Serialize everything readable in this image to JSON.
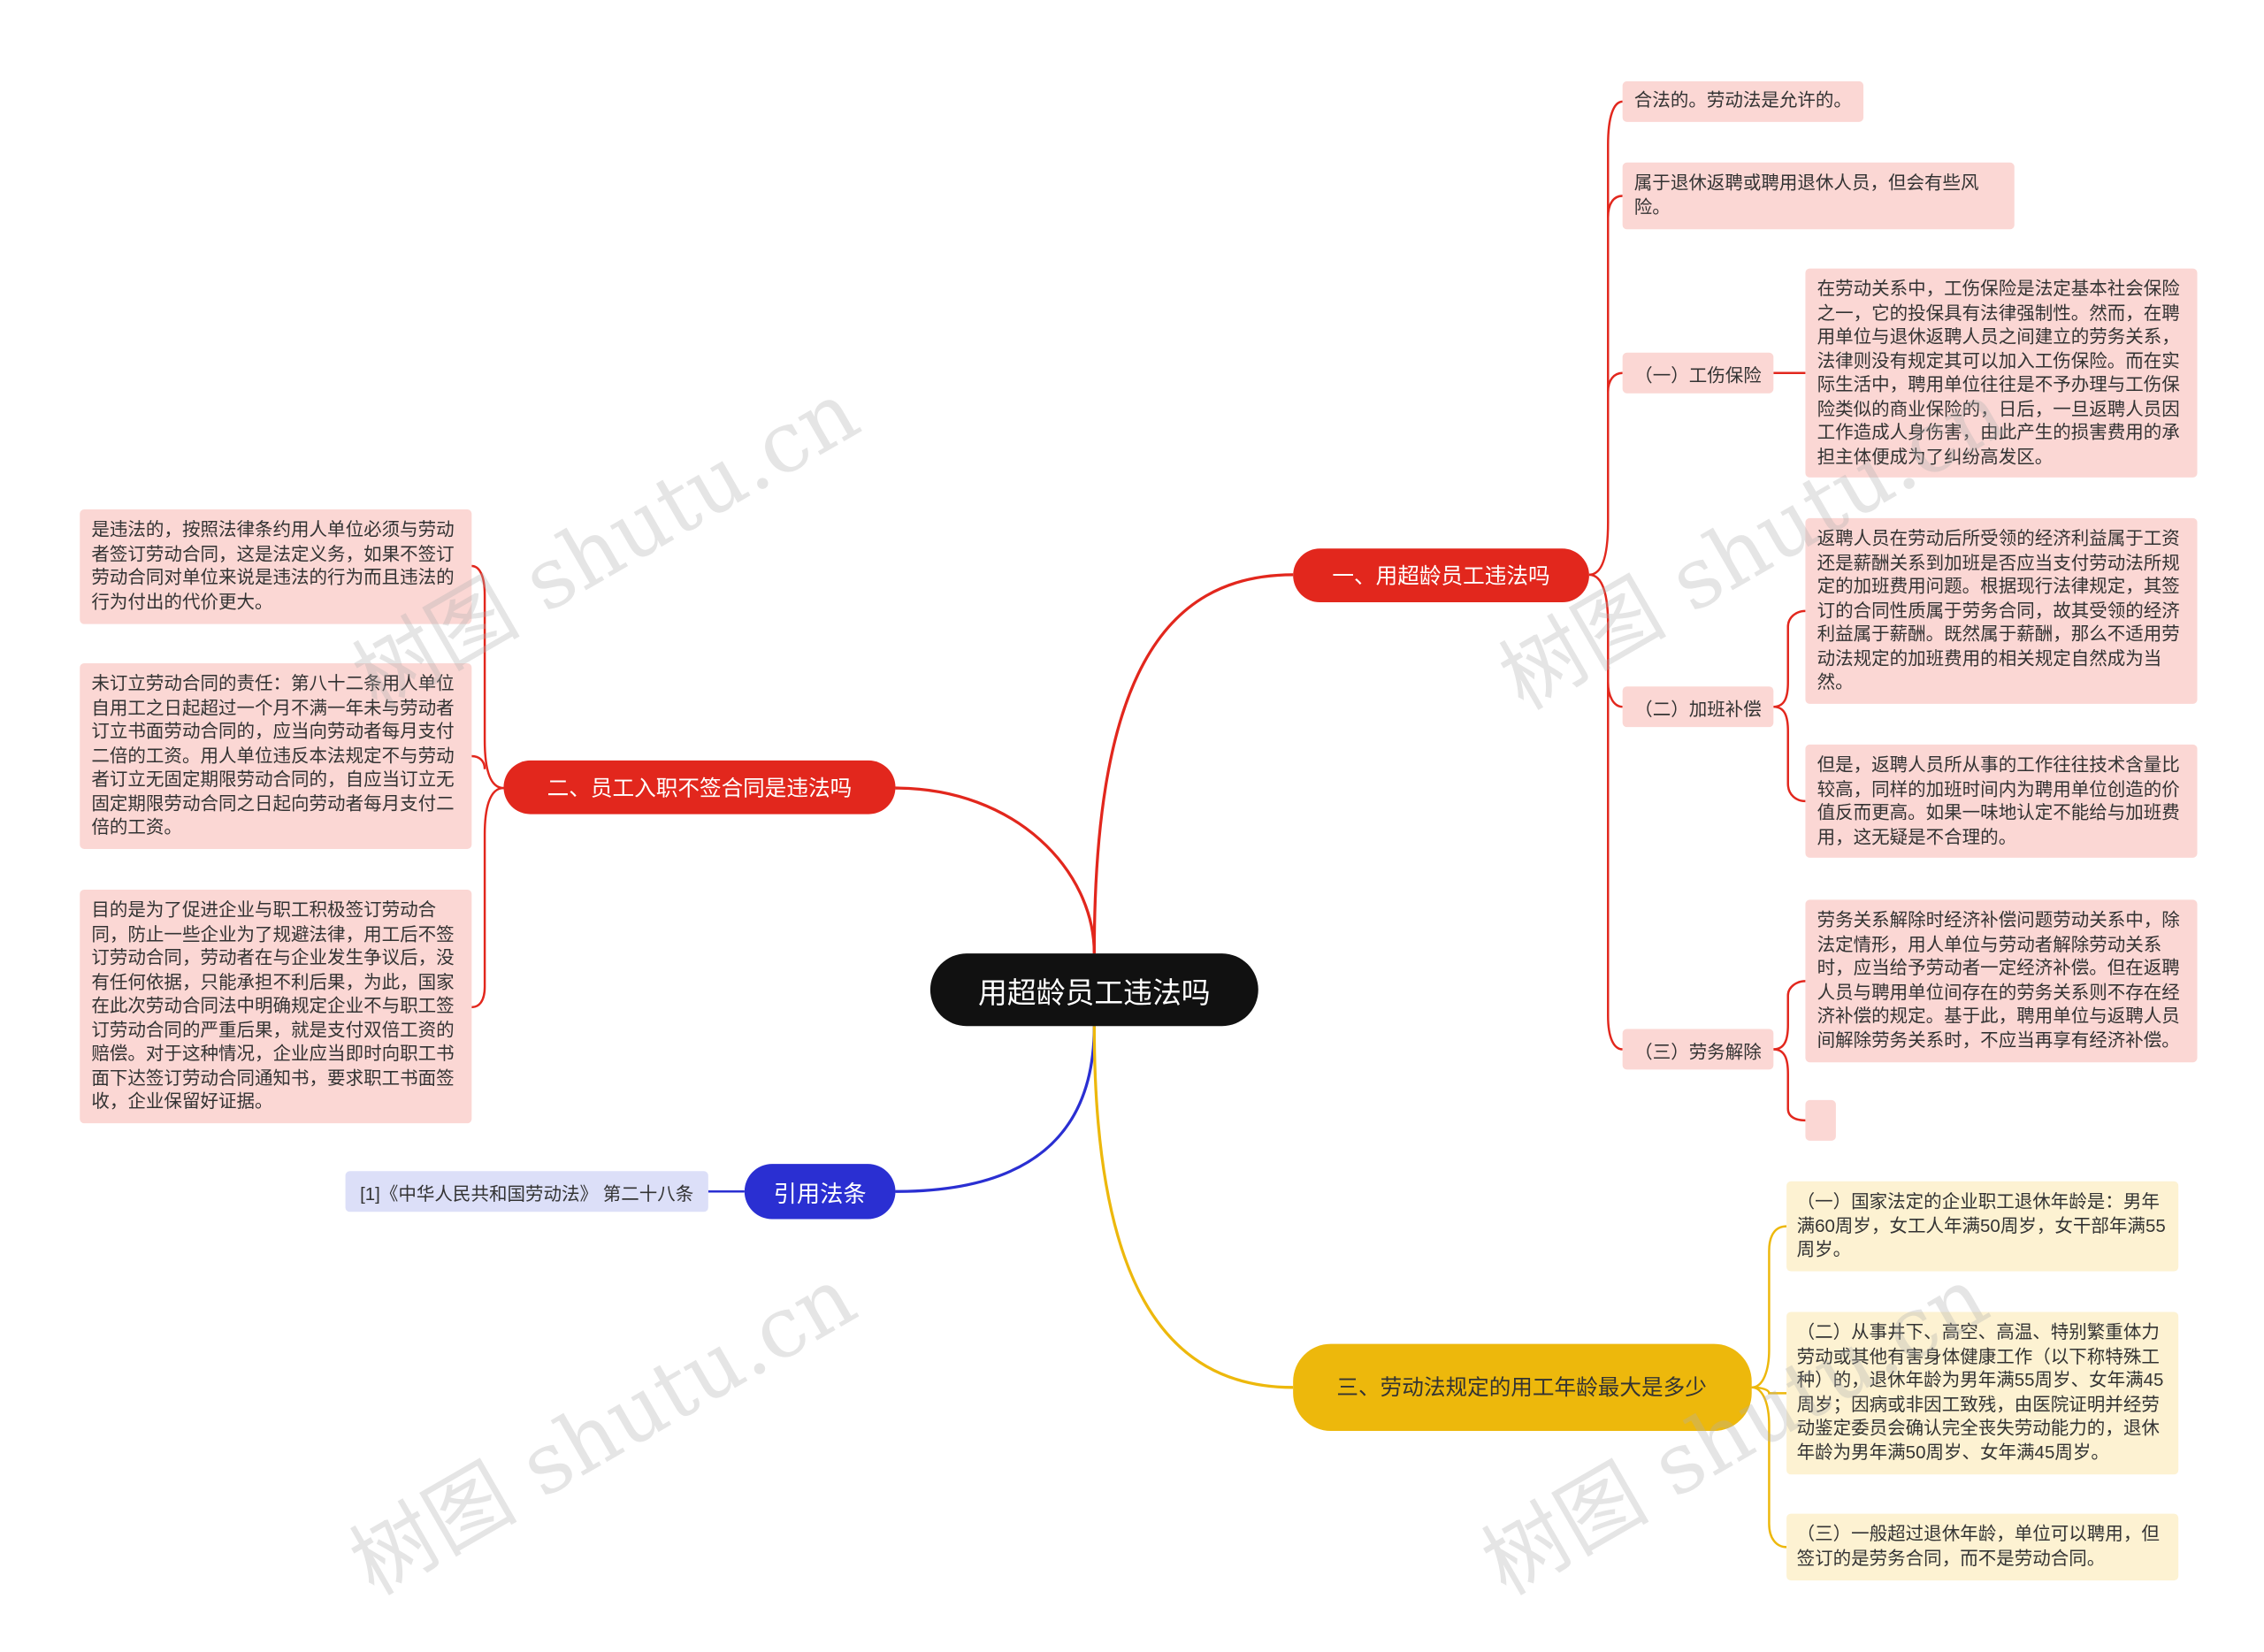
{
  "root": {
    "label": "用超龄员工违法吗"
  },
  "colors": {
    "red": "#e2271d",
    "blue": "#2a2fd2",
    "yellow": "#edb80c",
    "pink_leaf": "#fbd7d4",
    "yellow_leaf": "#fdf2d2",
    "blue_leaf": "#dcdff8"
  },
  "branch1": {
    "label": "一、用超龄员工违法吗",
    "leaf_legal": "合法的。劳动法是允许的。",
    "leaf_retiree": "属于退休返聘或聘用退休人员，但会有些风险。",
    "sub1": {
      "label": "（一）工伤保险",
      "text": "在劳动关系中，工伤保险是法定基本社会保险之一，它的投保具有法律强制性。然而，在聘用单位与退休返聘人员之间建立的劳务关系，法律则没有规定其可以加入工伤保险。而在实际生活中，聘用单位往往是不予办理与工伤保险类似的商业保险的，日后，一旦返聘人员因工作造成人身伤害，由此产生的损害费用的承担主体便成为了纠纷高发区。"
    },
    "sub2": {
      "label": "（二）加班补偿",
      "text1": "返聘人员在劳动后所受领的经济利益属于工资还是薪酬关系到加班是否应当支付劳动法所规定的加班费用问题。根据现行法律规定，其签订的合同性质属于劳务合同，故其受领的经济利益属于薪酬。既然属于薪酬，那么不适用劳动法规定的加班费用的相关规定自然成为当然。",
      "text2": "但是，返聘人员所从事的工作往往技术含量比较高，同样的加班时间内为聘用单位创造的价值反而更高。如果一味地认定不能给与加班费用，这无疑是不合理的。"
    },
    "sub3": {
      "label": "（三）劳务解除",
      "text1": "劳务关系解除时经济补偿问题劳动关系中，除法定情形，用人单位与劳动者解除劳动关系时，应当给予劳动者一定经济补偿。但在返聘人员与聘用单位间存在的劳务关系则不存在经济补偿的规定。基于此，聘用单位与返聘人员间解除劳务关系时，不应当再享有经济补偿。",
      "text2": ""
    }
  },
  "branch2": {
    "label": "二、员工入职不签合同是违法吗",
    "leaf1": "是违法的，按照法律条约用人单位必须与劳动者签订劳动合同，这是法定义务，如果不签订劳动合同对单位来说是违法的行为而且违法的行为付出的代价更大。",
    "leaf2": "未订立劳动合同的责任：第八十二条用人单位自用工之日起超过一个月不满一年未与劳动者订立书面劳动合同的，应当向劳动者每月支付二倍的工资。用人单位违反本法规定不与劳动者订立无固定期限劳动合同的，自应当订立无固定期限劳动合同之日起向劳动者每月支付二倍的工资。",
    "leaf3": "目的是为了促进企业与职工积极签订劳动合同，防止一些企业为了规避法律，用工后不签订劳动合同，劳动者在与企业发生争议后，没有任何依据，只能承担不利后果，为此，国家在此次劳动合同法中明确规定企业不与职工签订劳动合同的严重后果，就是支付双倍工资的赔偿。对于这种情况，企业应当即时向职工书面下达签订劳动合同通知书，要求职工书面签收，企业保留好证据。"
  },
  "branch_cite": {
    "label": "引用法条",
    "leaf": "[1]《中华人民共和国劳动法》 第二十八条"
  },
  "branch3": {
    "label": "三、劳动法规定的用工年龄最大是多少",
    "leaf1": "（一）国家法定的企业职工退休年龄是：男年满60周岁，女工人年满50周岁，女干部年满55周岁。",
    "leaf2": "（二）从事井下、高空、高温、特别繁重体力劳动或其他有害身体健康工作（以下称特殊工种）的，退休年龄为男年满55周岁、女年满45周岁；因病或非因工致残，由医院证明并经劳动鉴定委员会确认完全丧失劳动能力的，退休年龄为男年满50周岁、女年满45周岁。",
    "leaf3": "（三）一般超过退休年龄，单位可以聘用，但签订的是劳务合同，而不是劳动合同。"
  },
  "watermark": {
    "text": "树图 shutu.cn"
  }
}
